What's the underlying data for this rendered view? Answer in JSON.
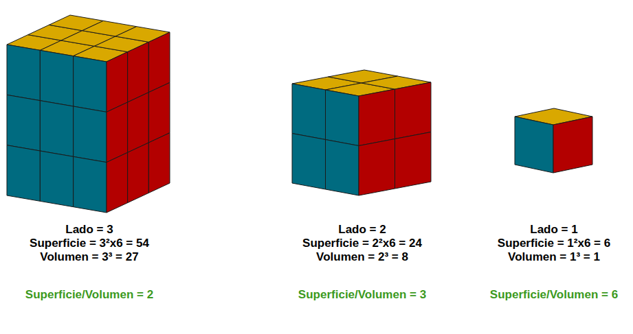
{
  "diagram": {
    "labels": [
      "Lado = 3",
      "Superficie = 3²x6 = 54",
      "Volumen = 3³ = 27",
      "Lado = 2",
      "Superficie = 2²x6 = 24",
      "Volumen = 2³ = 8",
      "Lado = 1",
      "Superficie = 1²x6 = 6",
      "Volumen = 1³ = 1",
      "Superficie/Volumen = 2",
      "Superficie/Volumen = 3",
      "Superficie/Volumen = 6"
    ]
  }
}
